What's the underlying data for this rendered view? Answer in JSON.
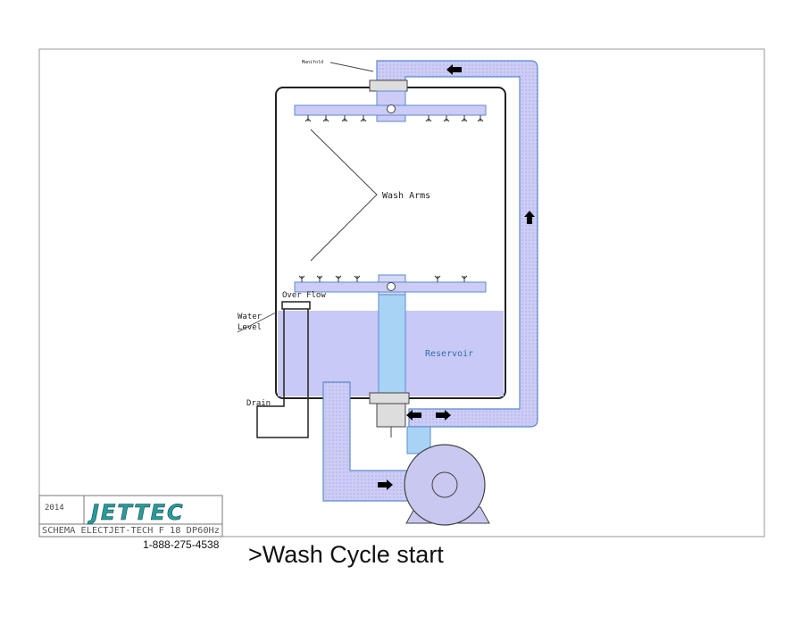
{
  "labels": {
    "manifold": "Manifold",
    "wash_arms": "Wash Arms",
    "over_flow": "Over Flow",
    "water_level_1": "Water",
    "water_level_2": "Level",
    "reservoir": "Reservoir",
    "drain": "Drain"
  },
  "title_block": {
    "year": "2014",
    "logo_text": "JETTEC",
    "schema": "SCHEMA ELECTJET-TECH F 18 DP60Hz",
    "phone": "1-888-275-4538"
  },
  "caption": ">Wash Cycle start",
  "colors": {
    "water": "#ccccf7",
    "pipe_outline": "#5a8ccc",
    "pump": "#c8c8f0",
    "reservoir": "#c9c9f5",
    "riser": "#a9d3f5",
    "logo": "#2a9a9a",
    "reservoir_text": "#2f6fae"
  },
  "icons": [
    "arrow-left-icon",
    "arrow-up-icon",
    "arrow-right-icon",
    "pump-icon"
  ]
}
